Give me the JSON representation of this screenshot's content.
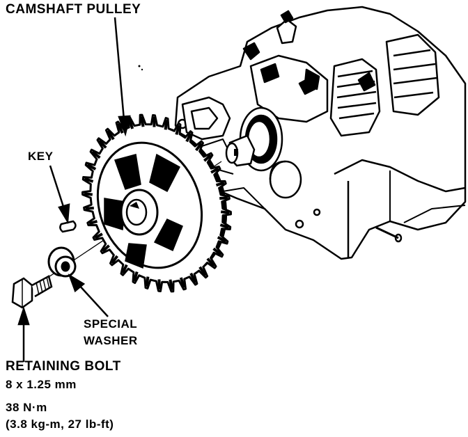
{
  "labels": {
    "camshaft_pulley": "CAMSHAFT PULLEY",
    "key": "KEY",
    "special_washer_1": "SPECIAL",
    "special_washer_2": "WASHER",
    "retaining_bolt": "RETAINING BOLT",
    "bolt_size": "8 x 1.25 mm",
    "torque_nm": "38 N·m",
    "torque_alt": "(3.8 kg-m, 27 lb-ft)"
  },
  "colors": {
    "ink": "#000000",
    "paper": "#ffffff"
  }
}
